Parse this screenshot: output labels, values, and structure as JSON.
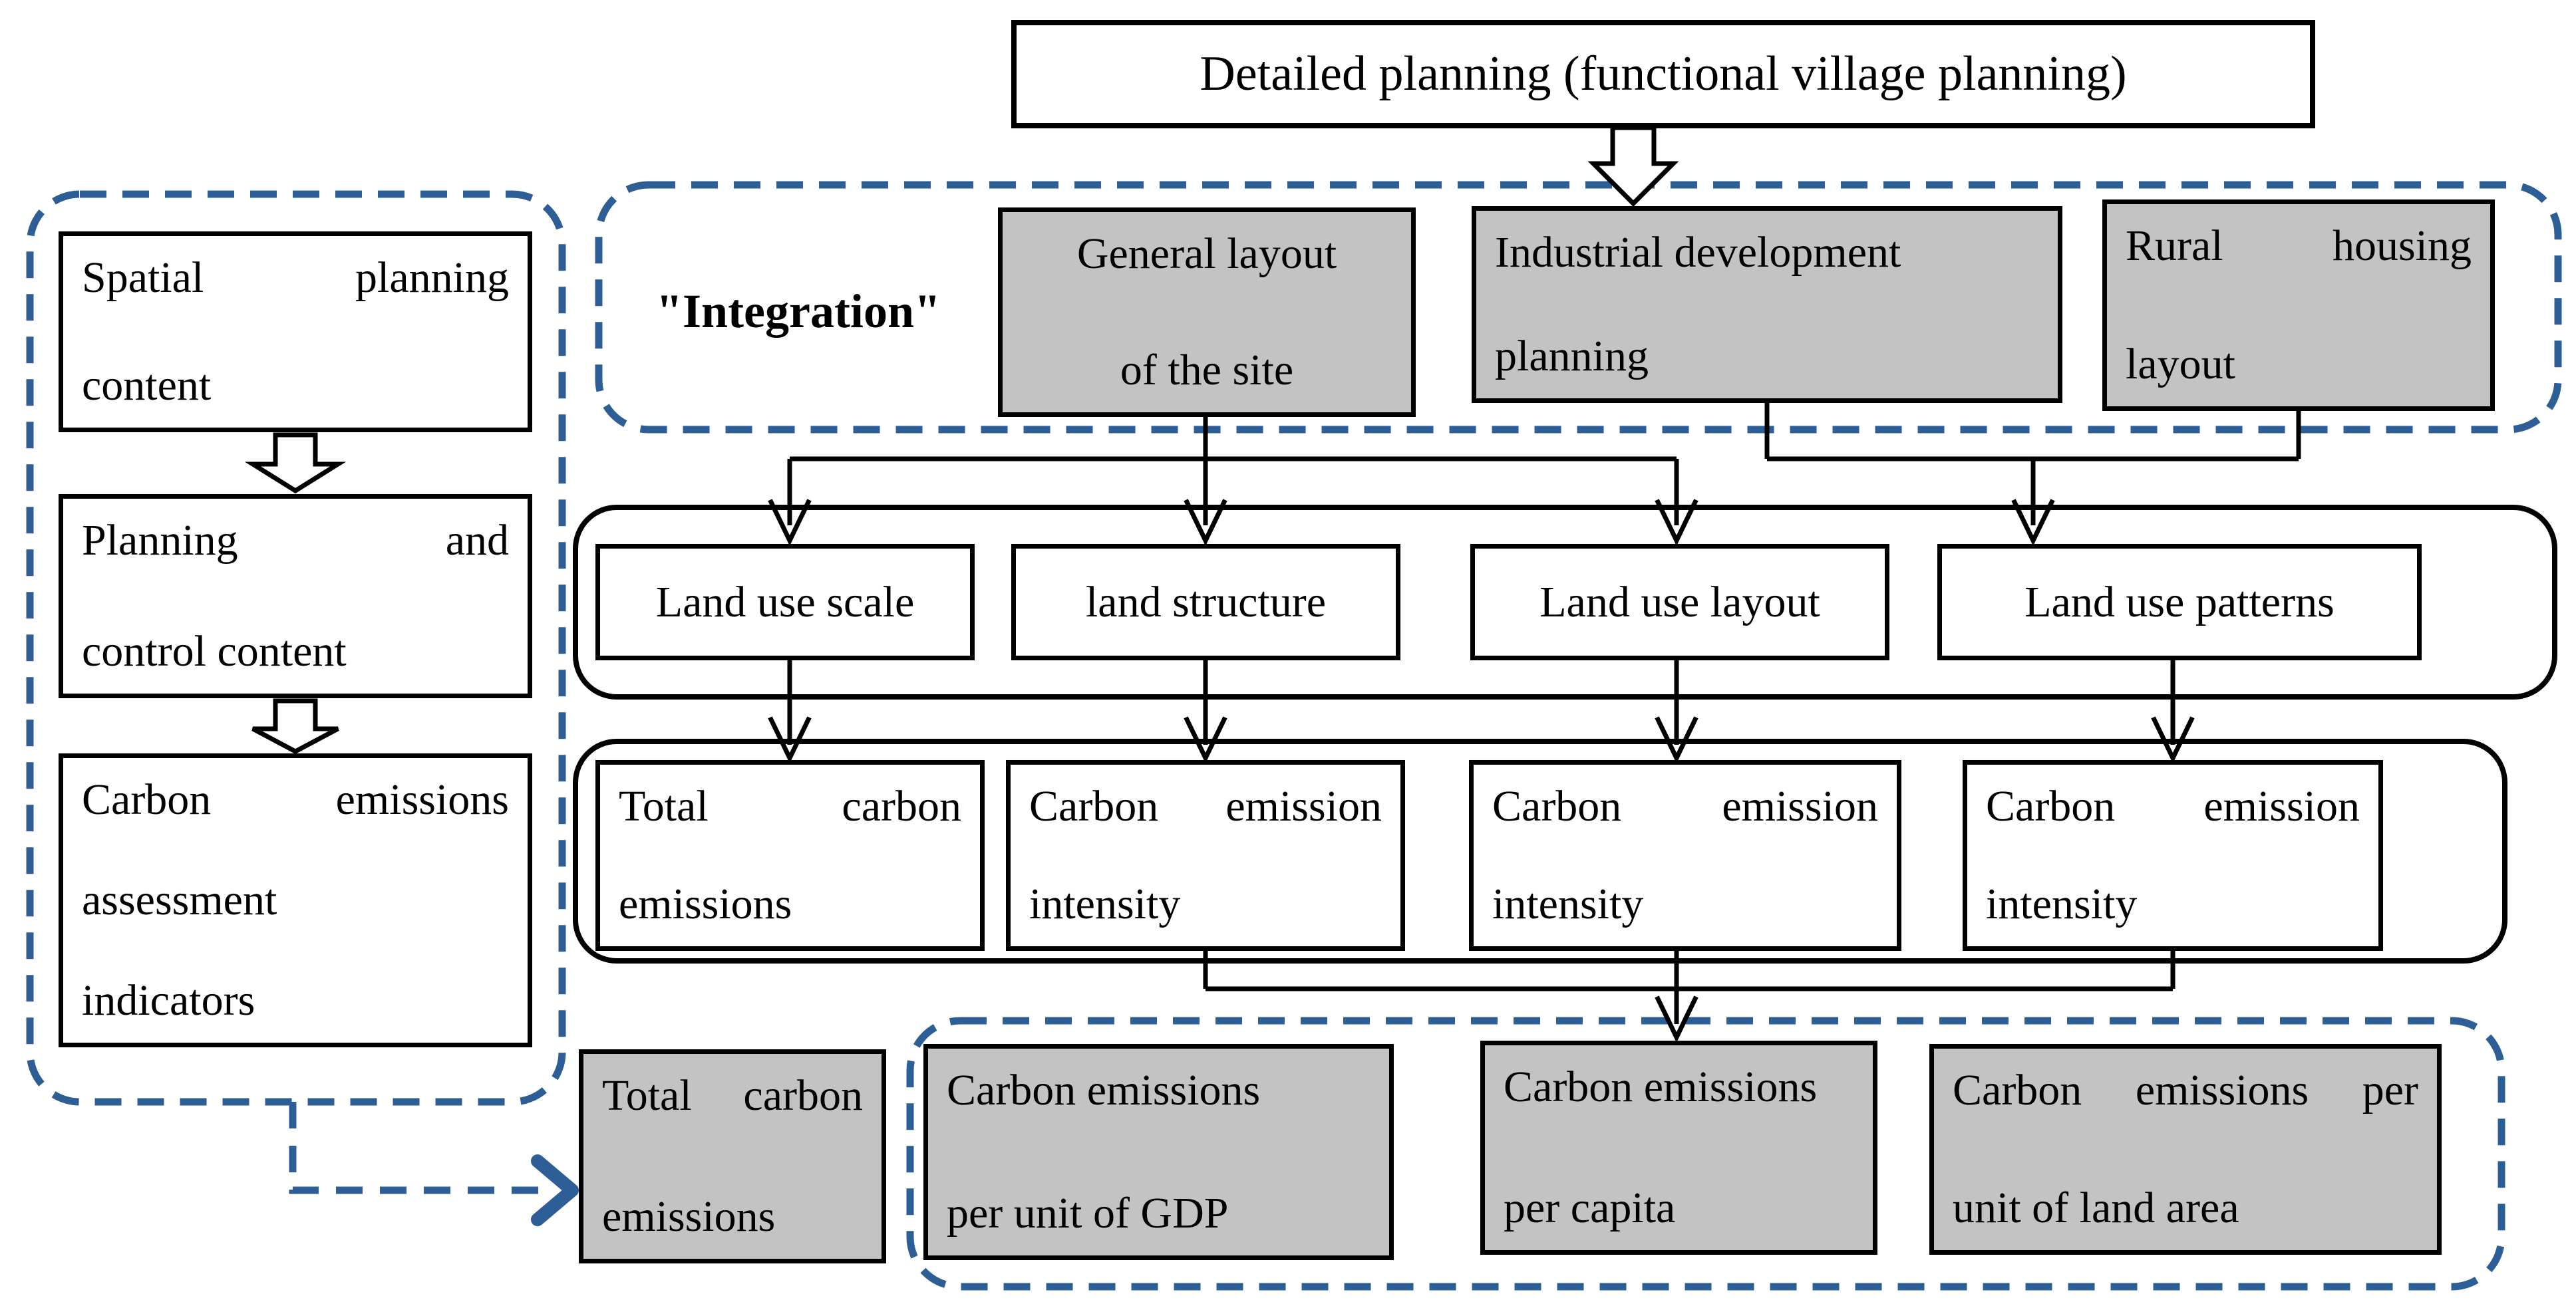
{
  "colors": {
    "blue": "#2D5F96",
    "gray": "#C3C3C3",
    "black": "#000000",
    "white": "#FFFFFF"
  },
  "title_box": {
    "text": "Detailed planning (functional village planning)"
  },
  "integration_group": {
    "label": "\"Integration\"",
    "general_layout": {
      "line1": "General layout",
      "line2": "of the site"
    },
    "industrial": {
      "line1": "Industrial development",
      "line2": "planning"
    },
    "rural": {
      "line1": "Rural housing",
      "line2": "layout"
    }
  },
  "left_group": {
    "spatial": {
      "line1": "Spatial planning",
      "line2": "content"
    },
    "planning_control": {
      "line1": "Planning and",
      "line2": "control content"
    },
    "assessment": {
      "line1": "Carbon emissions",
      "line2": "assessment",
      "line3": "indicators"
    }
  },
  "land_use_row": {
    "scale": "Land use scale",
    "structure": "land structure",
    "layout": "Land use layout",
    "patterns": "Land use patterns"
  },
  "emission_row": {
    "total": {
      "line1": "Total carbon",
      "line2": "emissions"
    },
    "intensity1": {
      "line1": "Carbon emission",
      "line2": "intensity"
    },
    "intensity2": {
      "line1": "Carbon emission",
      "line2": "intensity"
    },
    "intensity3": {
      "line1": "Carbon emission",
      "line2": "intensity"
    }
  },
  "bottom_row": {
    "total": {
      "line1": "Total carbon",
      "line2": "emissions"
    },
    "gdp": {
      "line1": "Carbon emissions",
      "line2": "per unit of GDP"
    },
    "capita": {
      "line1": "Carbon emissions",
      "line2": "per capita"
    },
    "land_area": {
      "line1": "Carbon emissions per",
      "line2": "unit of land area"
    }
  }
}
